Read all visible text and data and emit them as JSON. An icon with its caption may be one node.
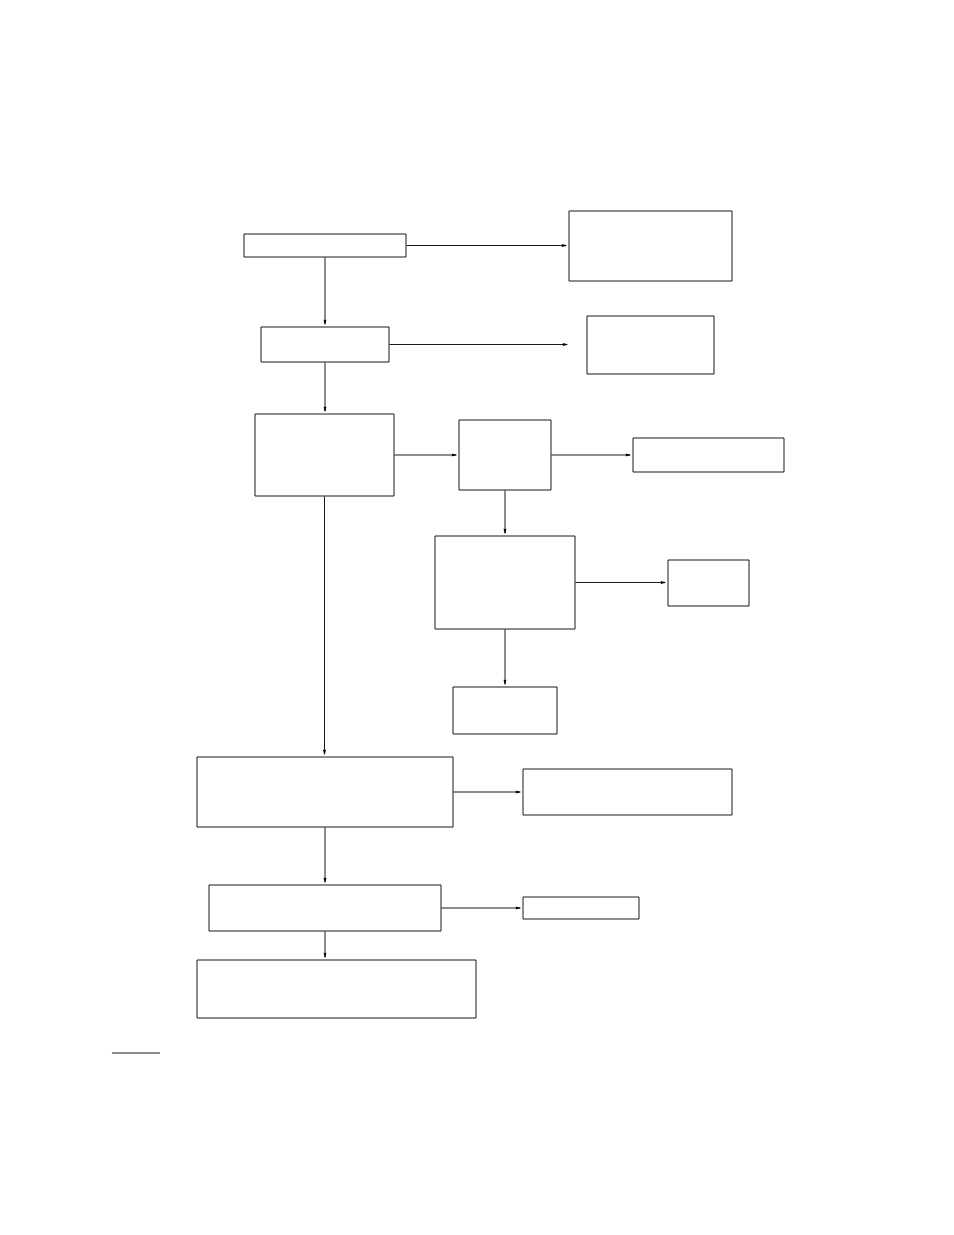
{
  "diagram": {
    "nodes": [
      {
        "text": [],
        "shape": "box"
      },
      {
        "text": [],
        "shape": "box"
      },
      {
        "text": [],
        "shape": "box"
      },
      {
        "text": [],
        "shape": "box"
      },
      {
        "text": [],
        "shape": "box"
      },
      {
        "text": [],
        "shape": "box"
      },
      {
        "text": [],
        "shape": "box"
      },
      {
        "text": [],
        "shape": "box"
      },
      {
        "text": [],
        "shape": "box"
      },
      {
        "text": [],
        "shape": "box"
      },
      {
        "text": [],
        "shape": "box"
      },
      {
        "text": [],
        "shape": "box"
      },
      {
        "text": [],
        "shape": "box"
      },
      {
        "text": [],
        "shape": "box"
      },
      {
        "text": [],
        "shape": "box"
      }
    ],
    "edges": [
      {
        "from": 0,
        "to": 1,
        "arrow": "to"
      },
      {
        "from": 0,
        "to": 2,
        "arrow": "to"
      },
      {
        "from": 2,
        "to": 3,
        "arrow": "to"
      },
      {
        "from": 2,
        "to": 4,
        "arrow": "to"
      },
      {
        "from": 4,
        "to": 5,
        "arrow": "to"
      },
      {
        "from": 5,
        "to": 6,
        "arrow": "to"
      },
      {
        "from": 5,
        "to": 7,
        "arrow": "to"
      },
      {
        "from": 7,
        "to": 8,
        "arrow": "to"
      },
      {
        "from": 7,
        "to": 9,
        "arrow": "to"
      },
      {
        "from": 4,
        "to": 10,
        "arrow": "to"
      },
      {
        "from": 10,
        "to": 11,
        "arrow": "to"
      },
      {
        "from": 10,
        "to": 12,
        "arrow": "to"
      },
      {
        "from": 12,
        "to": 13,
        "arrow": "to"
      },
      {
        "from": 12,
        "to": 14,
        "arrow": "to"
      }
    ]
  }
}
